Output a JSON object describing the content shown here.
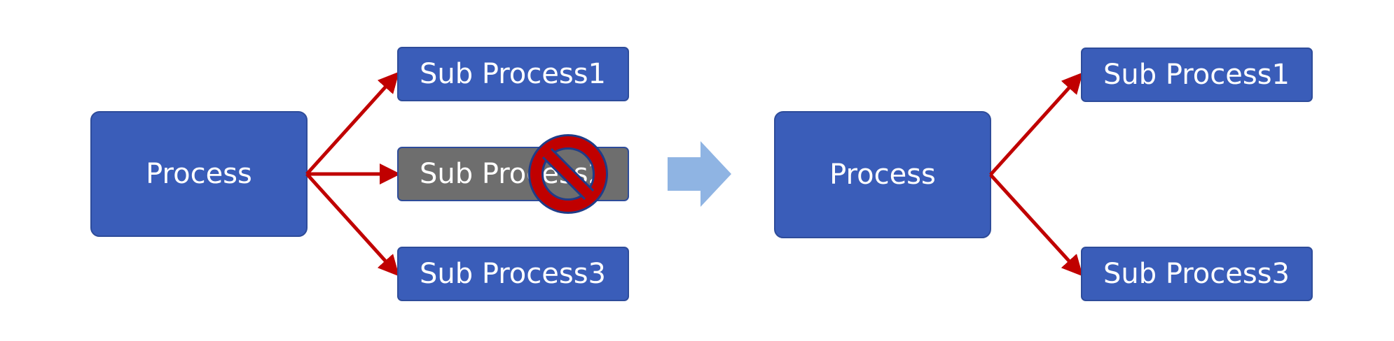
{
  "colors": {
    "box_blue": "#3A5DB9",
    "box_blue_stroke": "#2E4C9A",
    "box_disabled": "#6E6E6E",
    "arrow_red": "#C00000",
    "transition_arrow": "#8FB4E3",
    "prohibit_red": "#C00000",
    "prohibit_stroke": "#1F3C88"
  },
  "before": {
    "process_label": "Process",
    "sub1_label": "Sub Process1",
    "sub2_label": "Sub Process2",
    "sub3_label": "Sub Process3"
  },
  "after": {
    "process_label": "Process",
    "sub1_label": "Sub Process1",
    "sub3_label": "Sub Process3"
  },
  "icons": {
    "prohibit": "prohibited-icon",
    "transition": "right-arrow-icon"
  }
}
